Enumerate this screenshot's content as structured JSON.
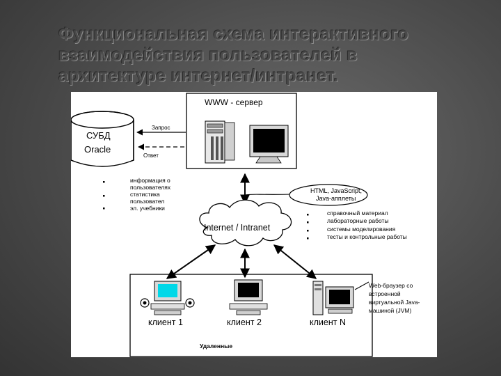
{
  "title": {
    "line1": "Функциональная схема интерактивного",
    "line2": "взаимодействия пользователей в",
    "line3": "архитектуре интернет/интранет."
  },
  "db": {
    "line1": "СУБД",
    "line2": "Oracle"
  },
  "server": {
    "label": "WWW - сервер"
  },
  "arrows": {
    "request": "Запрос",
    "response": "Ответ"
  },
  "left_list": [
    "информация о пользователях",
    "статистика пользовател",
    "эл. учебники"
  ],
  "left_list_lines": [
    "информация о",
    "пользователях",
    "статистика",
    "пользовател",
    "эл. учебники"
  ],
  "html_cloud": {
    "line1": "HTML, JavaScript,",
    "line2": "Java-апплеты"
  },
  "network": {
    "label": "Internet / Intranet"
  },
  "right_list": [
    "справочный материал",
    "лабораторные работы",
    "системы моделирования",
    "тесты и контрольные работы"
  ],
  "clients": [
    "клиент 1",
    "клиент 2",
    "клиент N"
  ],
  "remote_label": "Удаленные",
  "browser_note": {
    "line1": "Web-браузер со",
    "line2": "встроенной",
    "line3": "виртуальной Java-",
    "line4": "машиной (JVM)"
  }
}
